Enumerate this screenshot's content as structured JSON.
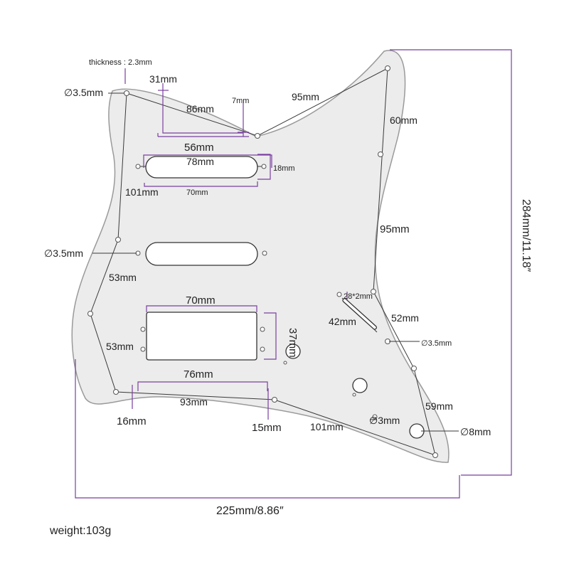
{
  "thickness": "thickness : 2.3mm",
  "weight": "weight:103g",
  "overall_width": "225mm/8.86″",
  "overall_height": "284mm/11.18″",
  "dims": {
    "d31": "31mm",
    "d7": "7mm",
    "d86": "86mm",
    "d95_top": "95mm",
    "d60": "60mm",
    "d56": "56mm",
    "d78": "78mm",
    "d18": "18mm",
    "d101_top": "101mm",
    "d70_small": "70mm",
    "d95_right": "95mm",
    "d53_upper": "53mm",
    "d70": "70mm",
    "d37": "37mm",
    "d53_lower": "53mm",
    "d28x2": "28*2mm",
    "d42": "42mm",
    "d52": "52mm",
    "d76": "76mm",
    "d93": "93mm",
    "d59": "59mm",
    "d16": "16mm",
    "d15": "15mm",
    "d101_bottom": "101mm"
  },
  "holes": {
    "h35_top": "∅3.5mm",
    "h35_mid": "∅3.5mm",
    "h35_right": "∅3.5mm",
    "h3": "∅3mm",
    "h8": "∅8mm"
  },
  "colors": {
    "plate": "#ececec",
    "dimension_line": "#7a3fa0",
    "text": "#222222"
  }
}
